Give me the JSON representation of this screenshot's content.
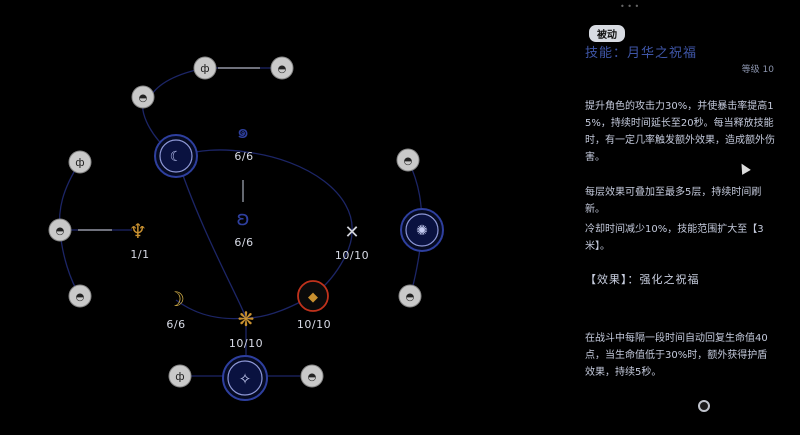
{
  "pager": "• • •",
  "panel": {
    "badge": "被动",
    "title": "技能：月华之祝福",
    "level": "等级 10",
    "paragraphs": [
      "提升角色的攻击力30%，并使暴击率提高15%，持续时间延长至20秒。每当释放技能时，有一定几率触发额外效果，造成额外伤害。",
      "每层效果可叠加至最多5层，持续时间刷新。",
      "冷却时间减少10%，技能范围扩大至【3米】。"
    ],
    "section2": "【效果】：强化之祝福",
    "paragraph4": "在战斗中每隔一段时间自动回复生命值40点，当生命值低于30%时，额外获得护盾效果，持续5秒。",
    "confirm_label": ""
  },
  "tree": {
    "center_top": {
      "count": "6/6",
      "icon": "spiral-icon"
    },
    "center_bottom": {
      "count": "6/6",
      "icon": "wave-icon"
    },
    "left": {
      "count": "1/1",
      "icon": "totem-icon"
    },
    "bottom_left": {
      "count": "6/6",
      "icon": "moon-icon"
    },
    "bottom": {
      "count": "10/10",
      "icon": "star-icon"
    },
    "bottom_right": {
      "count": "10/10",
      "icon": "fish-icon"
    },
    "right": {
      "count": "10/10",
      "icon": "bat-icon"
    }
  },
  "colors": {
    "accent_blue": "#2e3f9e",
    "ring_red": "#c0321c",
    "gold": "#c89030",
    "line": "#1c2566",
    "grey_node": "#c9c9c9"
  }
}
